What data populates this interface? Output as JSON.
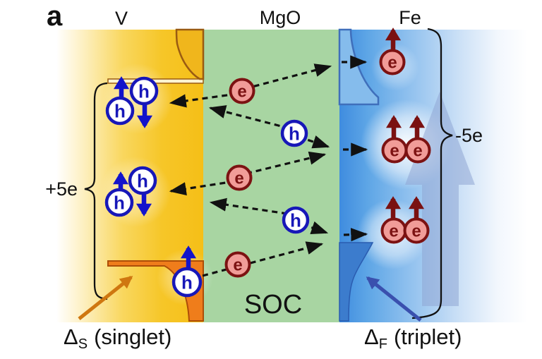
{
  "panel_label": "a",
  "regions": {
    "left": {
      "label": "V"
    },
    "middle": {
      "label": "MgO"
    },
    "right": {
      "label": "Fe"
    }
  },
  "charge_labels": {
    "left": "+5e",
    "right": "-5e"
  },
  "soc_label": "SOC",
  "gap_labels": {
    "singlet": {
      "symbol": "Δ",
      "sub": "S",
      "text": "(singlet)"
    },
    "triplet": {
      "symbol": "Δ",
      "sub": "F",
      "text": "(triplet)"
    }
  },
  "glyphs": {
    "electron": "e",
    "hole": "h"
  },
  "colors": {
    "vanadium_yellow": "#f5c01d",
    "mgo_green": "#a8d5a2",
    "fe_blue": "#3f8cdf",
    "electron_fill": "#f19c98",
    "electron_ring": "#7c1212",
    "hole_ring": "#1717b8",
    "spin_up_fe": "#7a1111",
    "spin_blue_v": "#1313cb",
    "singlet_shape_orange": "#ef7d1b",
    "triplet_shape_blue": "#3c7ccd",
    "net_spin_arrow": "#8fa6d4",
    "singlet_annotation_arrow": "#cf7710",
    "triplet_annotation_arrow": "#3a50ae",
    "tunneling_arrow": "#111111"
  }
}
